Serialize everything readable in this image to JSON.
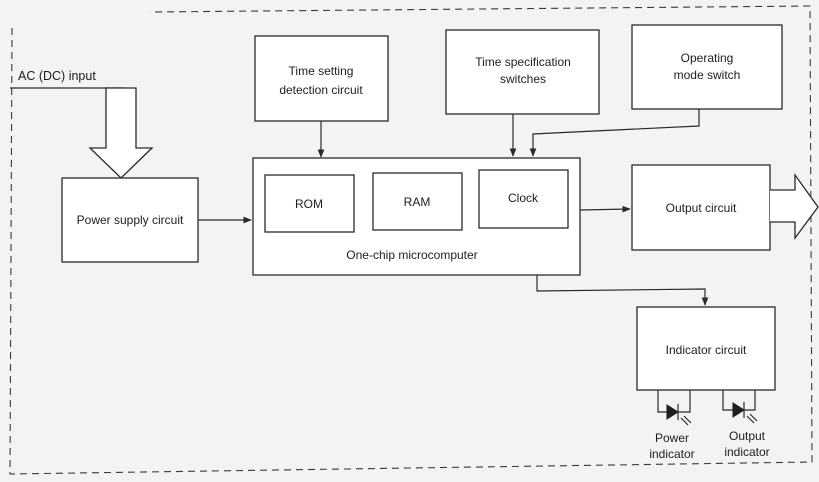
{
  "labels": {
    "ac_input": "AC (DC) input",
    "time_setting_1": "Time setting",
    "time_setting_2": "detection circuit",
    "time_spec_1": "Time specification",
    "time_spec_2": "switches",
    "operating_1": "Operating",
    "operating_2": "mode switch",
    "power_supply": "Power supply circuit",
    "rom": "ROM",
    "ram": "RAM",
    "clock": "Clock",
    "microcomputer": "One-chip microcomputer",
    "output_circuit": "Output circuit",
    "indicator_circuit": "Indicator circuit",
    "power_ind_1": "Power",
    "power_ind_2": "indicator",
    "output_ind_1": "Output",
    "output_ind_2": "indicator"
  }
}
